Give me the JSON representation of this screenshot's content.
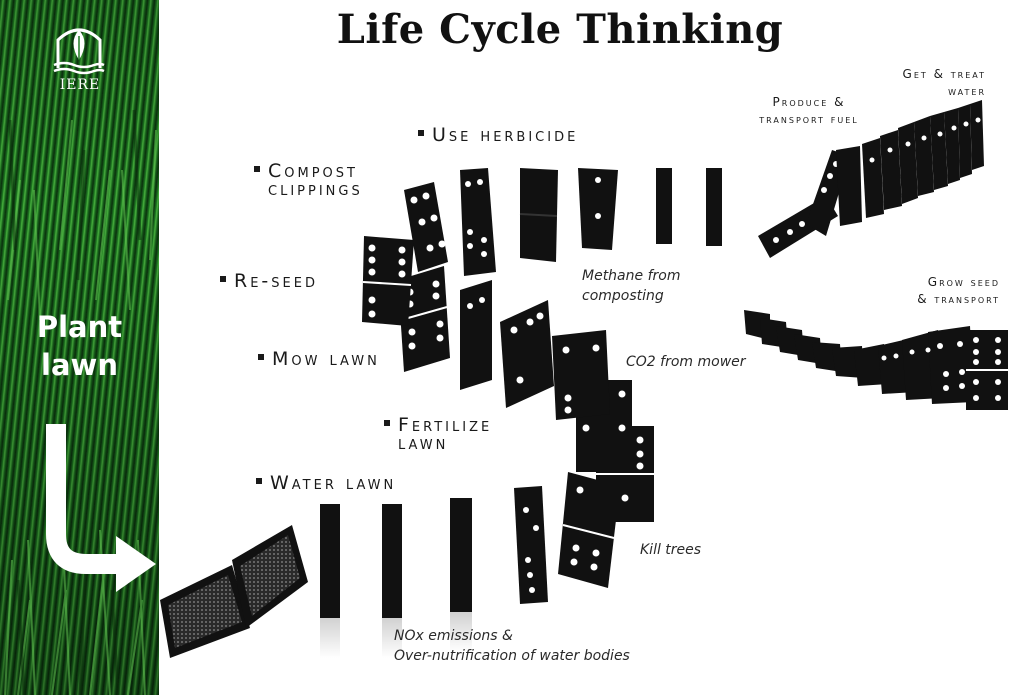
{
  "title": "Life Cycle Thinking",
  "logo": {
    "text": "IERE",
    "icon": "leaf-in-arch-logo"
  },
  "start_label": {
    "line1": "Plant",
    "line2": "lawn"
  },
  "activities": {
    "use_herbicide": "Use herbicide",
    "compost_line1": "Compost",
    "compost_line2": "clippings",
    "reseed": "Re-seed",
    "mow": "Mow lawn",
    "fertilize_line1": "Fertilize",
    "fertilize_line2": "lawn",
    "water": "Water lawn",
    "get_water_line1": "Get & treat",
    "get_water_line2": "water",
    "fuel_line1": "Produce &",
    "fuel_line2": "transport fuel",
    "seed_line1": "Grow seed",
    "seed_line2": "& transport"
  },
  "impacts": {
    "methane_line1": "Methane from",
    "methane_line2": "composting",
    "co2": "CO2 from mower",
    "kill_trees": "Kill trees",
    "nox_line1": "NOx emissions &",
    "nox_line2": "Over-nutrification of water bodies"
  },
  "colors": {
    "grass": "#1f7a22",
    "domino": "#111111",
    "pip": "#ffffff",
    "text": "#1a1a1a"
  }
}
